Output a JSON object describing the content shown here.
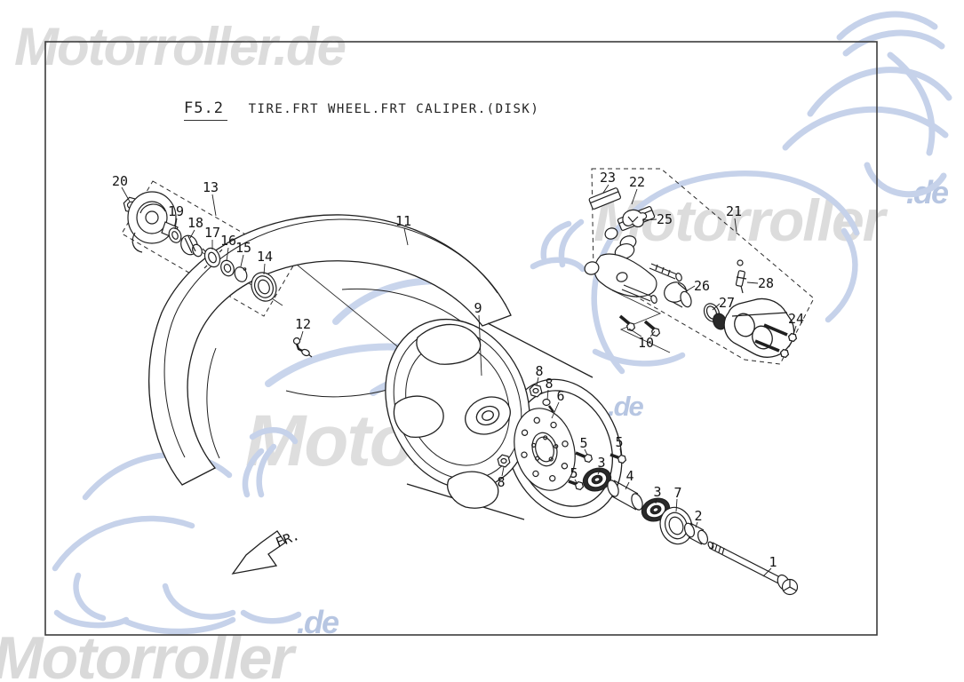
{
  "title": {
    "code": "F5.2",
    "name": "TIRE.FRT WHEEL.FRT CALIPER.(DISK)"
  },
  "direction": {
    "front_label": "FR."
  },
  "watermark": {
    "brand_full": "Motorroller.de",
    "brand": "Motorroller",
    "tld": ".de"
  },
  "colors": {
    "line": "#1f1f1f",
    "frame": "#3c3c3c",
    "watermark_gray": "#dcdcdc",
    "watermark_blue": "#b7c6e2",
    "logo_blue": "#c6d2ea"
  },
  "callouts": {
    "c1": "1",
    "c2": "2",
    "c3a": "3",
    "c3b": "3",
    "c4": "4",
    "c5a": "5",
    "c5b": "5",
    "c5c": "5",
    "c6": "6",
    "c7": "7",
    "c8a": "8",
    "c8b": "8",
    "c8c": "8",
    "c9": "9",
    "c10": "10",
    "c11": "11",
    "c12": "12",
    "c13": "13",
    "c14": "14",
    "c15": "15",
    "c16": "16",
    "c17": "17",
    "c18": "18",
    "c19": "19",
    "c20": "20",
    "c21": "21",
    "c22": "22",
    "c23": "23",
    "c24": "24",
    "c25": "25",
    "c26": "26",
    "c27": "27",
    "c28": "28"
  }
}
